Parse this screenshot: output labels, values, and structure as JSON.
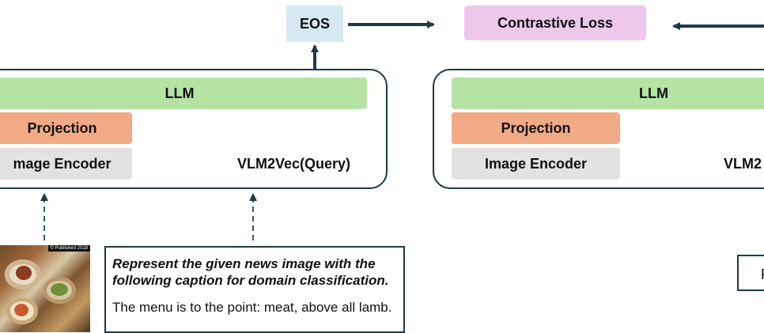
{
  "diagram": {
    "top": {
      "eos_label": "EOS",
      "loss_label": "Contrastive Loss"
    },
    "query_model": {
      "llm_label": "LLM",
      "projection_label": "Projection",
      "encoder_label": "mage Encoder",
      "name": "VLM2Vec(Query)"
    },
    "target_model": {
      "llm_label": "LLM",
      "projection_label": "Projection",
      "encoder_label": "Image Encoder",
      "name": "VLM2"
    },
    "query_input": {
      "image_badge": "© Published 2018",
      "instruction": "Represent the given news image with the following caption for domain classification.",
      "caption": "The menu is to the point: meat, above all lamb."
    },
    "target_input": {
      "partial_text": "F"
    },
    "colors": {
      "outline": "#1d3a4a",
      "llm": "#b5e3a4",
      "projection": "#f2aa86",
      "encoder": "#e2e2e2",
      "eos": "#d4e9f2",
      "loss": "#edc8ea"
    }
  }
}
